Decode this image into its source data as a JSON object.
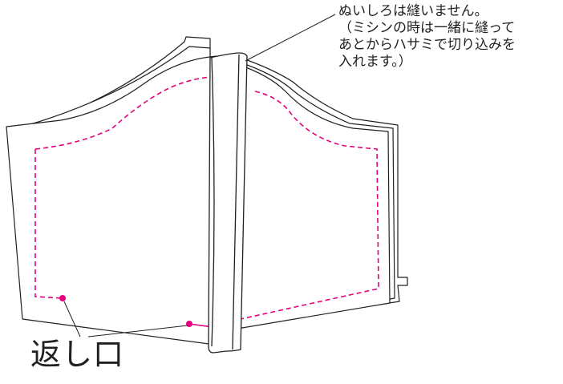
{
  "annotation": {
    "lines": [
      "ぬいしろは縫いません。",
      "（ミシンの時は一緒に縫って",
      "あとからハサミで切り込みを",
      "入れます。）"
    ]
  },
  "opening_label": "返し口",
  "colors": {
    "outline": "#231f20",
    "stitch": "#e6007e"
  }
}
